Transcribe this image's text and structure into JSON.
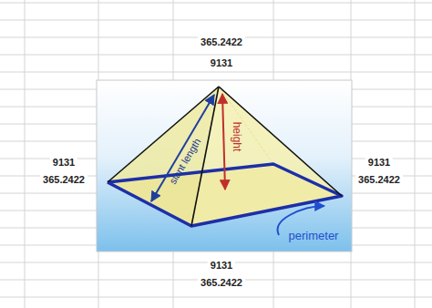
{
  "diagram": {
    "labels": [
      "365.2422",
      "9131",
      "9131",
      "365.2422",
      "9131",
      "365.2422",
      "slant length",
      "height",
      "perimeter",
      "9131",
      "365.2422"
    ]
  }
}
